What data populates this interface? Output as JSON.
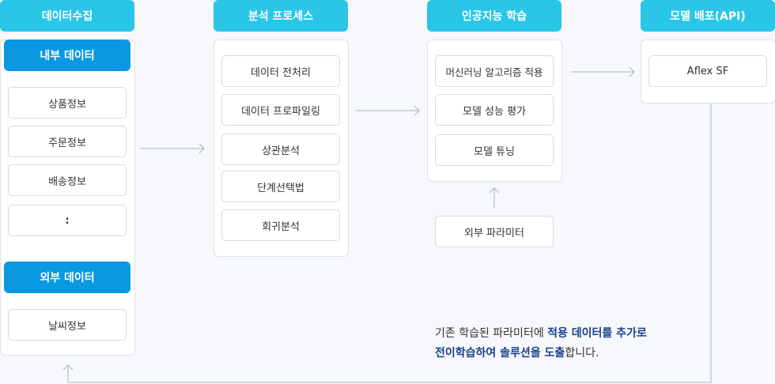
{
  "stages": {
    "collect": {
      "title": "데이터수집",
      "internal_label": "내부 데이터",
      "internal_items": [
        "상품정보",
        "주문정보",
        "배송정보",
        ":"
      ],
      "external_label": "외부 데이터",
      "external_items": [
        "날씨정보"
      ]
    },
    "analysis": {
      "title": "분석 프로세스",
      "items": [
        "데이터 전처리",
        "데이터 프로파일링",
        "상관분석",
        "단계선택법",
        "회귀분석"
      ]
    },
    "ai": {
      "title": "인공지능 학습",
      "items": [
        "머신러닝 알고리즘 적용",
        "모델 성능 평가",
        "모델 튜닝"
      ],
      "external_param": "외부 파라미터"
    },
    "deploy": {
      "title": "모델 배포(API)",
      "items": [
        "Aflex SF"
      ]
    }
  },
  "caption": {
    "part1": "기존 학습된 파라미터에 ",
    "part2": "적용 데이터를 추가로",
    "part3": "전이학습하여 솔루션을 도출",
    "part4": "합니다."
  },
  "colors": {
    "header": "#2ac6e8",
    "tab": "#0a98e3",
    "caption_highlight": "#1a3f8c"
  }
}
